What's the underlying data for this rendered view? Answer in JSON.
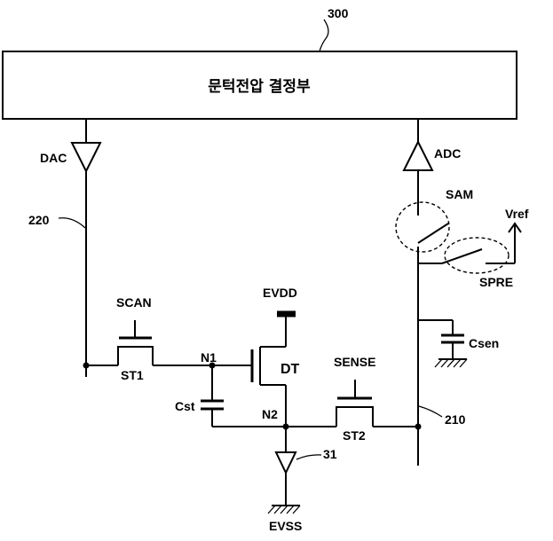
{
  "block": {
    "ref": "300",
    "title": "문턱전압 결정부"
  },
  "labels": {
    "dac": "DAC",
    "adc": "ADC",
    "line_220": "220",
    "line_210": "210",
    "sam": "SAM",
    "spre": "SPRE",
    "vref": "Vref",
    "csen": "Csen",
    "scan": "SCAN",
    "st1": "ST1",
    "n1": "N1",
    "evdd": "EVDD",
    "dt": "DT",
    "cst": "Cst",
    "n2": "N2",
    "sense": "SENSE",
    "st2": "ST2",
    "ref_31": "31",
    "evss": "EVSS"
  }
}
